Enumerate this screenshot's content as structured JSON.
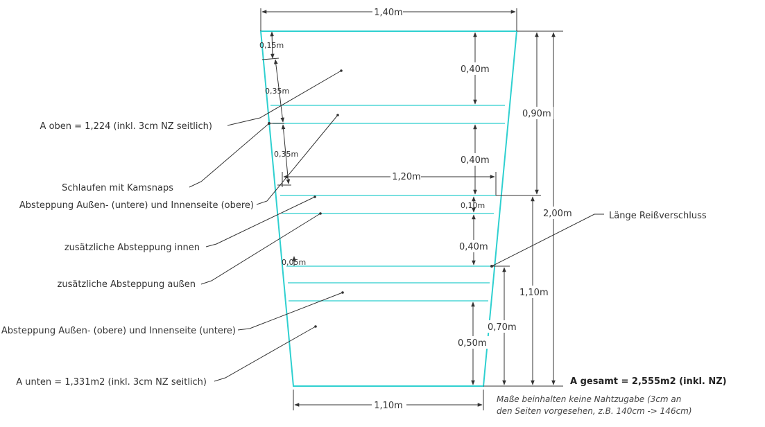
{
  "dimensions": {
    "width_top": "1,40m",
    "width_mid": "1,20m",
    "width_bottom": "1,10m",
    "h_015": "0,15m",
    "h_035_a": "0,35m",
    "h_035_b": "0,35m",
    "h_040_a": "0,40m",
    "h_040_b": "0,40m",
    "h_010": "0,10m",
    "h_040_c": "0,40m",
    "h_005": "0,05m",
    "h_050": "0,50m",
    "h_070": "0,70m",
    "h_090": "0,90m",
    "h_110": "1,10m",
    "h_200": "2,00m"
  },
  "labels": {
    "a_oben": "A oben = 1,224 (inkl. 3cm NZ seitlich)",
    "schlaufen": "Schlaufen mit Kamsnaps",
    "absteppung_1": "Absteppung Außen- (untere) und Innenseite (obere)",
    "zus_innen": "zusätzliche Absteppung innen",
    "zus_aussen": "zusätzliche Absteppung außen",
    "absteppung_2": "Absteppung Außen- (obere) und Innenseite (untere)",
    "a_unten": "A unten = 1,331m2 (inkl. 3cm NZ seitlich)",
    "reissverschluss": "Länge Reißverschluss",
    "a_gesamt": "A gesamt = 2,555m2 (inkl. NZ)",
    "note_line1": "Maße beinhalten keine Nahtzugabe (3cm an",
    "note_line2": "den Seiten vorgesehen, z.B. 140cm -> 146cm)"
  },
  "colors": {
    "outline": "#2fd0d0",
    "seam": "#4fd6d6",
    "dimension": "#333333"
  }
}
